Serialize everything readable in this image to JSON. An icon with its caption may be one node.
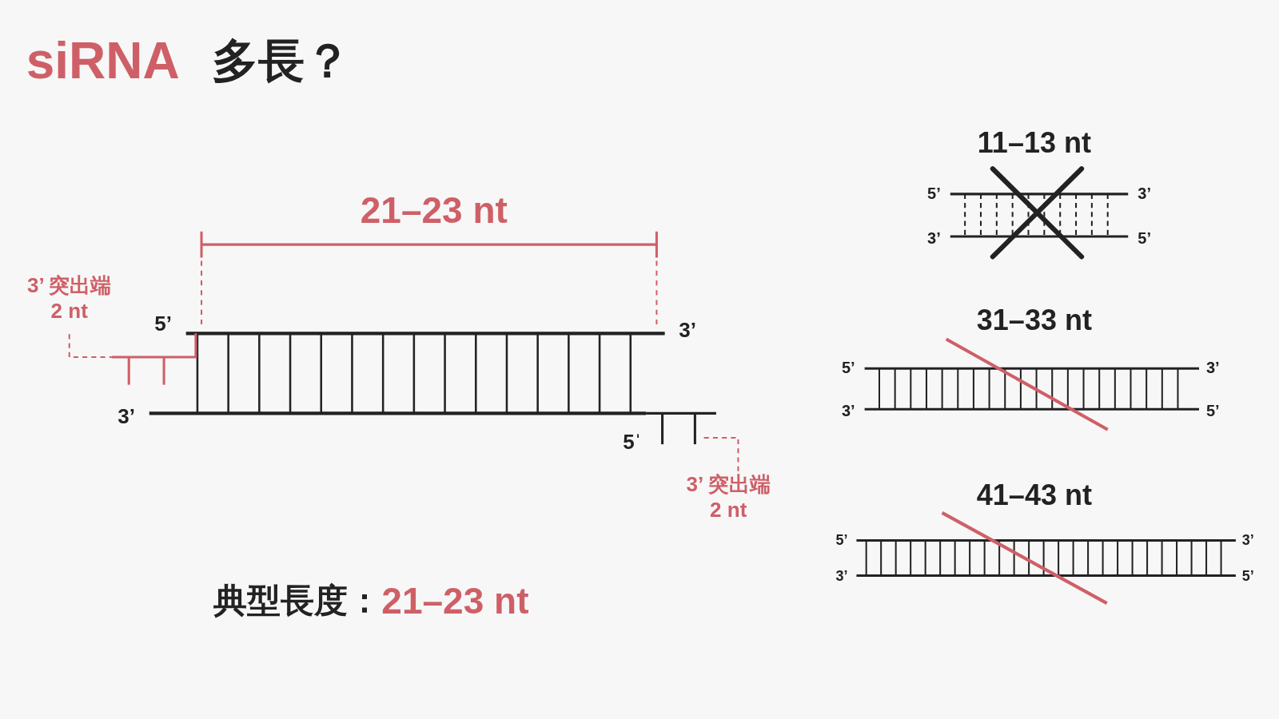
{
  "diagram": {
    "nodes": [
      {
        "text": [
          "3’ 突出端",
          "2 nt"
        ]
      },
      {
        "text": [],
        "shape": "bar"
      },
      {
        "text": [
          "3’ 突出端",
          "2 nt"
        ]
      },
      {
        "text": [],
        "shape": "bar"
      }
    ],
    "edges": [
      {
        "from": 0,
        "to": 1,
        "arrow": "none",
        "style": "dashed"
      },
      {
        "from": 2,
        "to": 3,
        "arrow": "none",
        "style": "dashed"
      }
    ],
    "labels": [
      "siRNA",
      "多長？",
      "21–23 nt",
      "5’",
      "3’",
      "3’",
      "5ˈ",
      "典型長度：",
      "21–23 nt",
      "11–13 nt",
      "5’",
      "3’",
      "3’",
      "5’",
      "31–33 nt",
      "5’",
      "3’",
      "3’",
      "5’",
      "41–43 nt",
      "5’",
      "3’",
      "3’",
      "5’"
    ]
  }
}
